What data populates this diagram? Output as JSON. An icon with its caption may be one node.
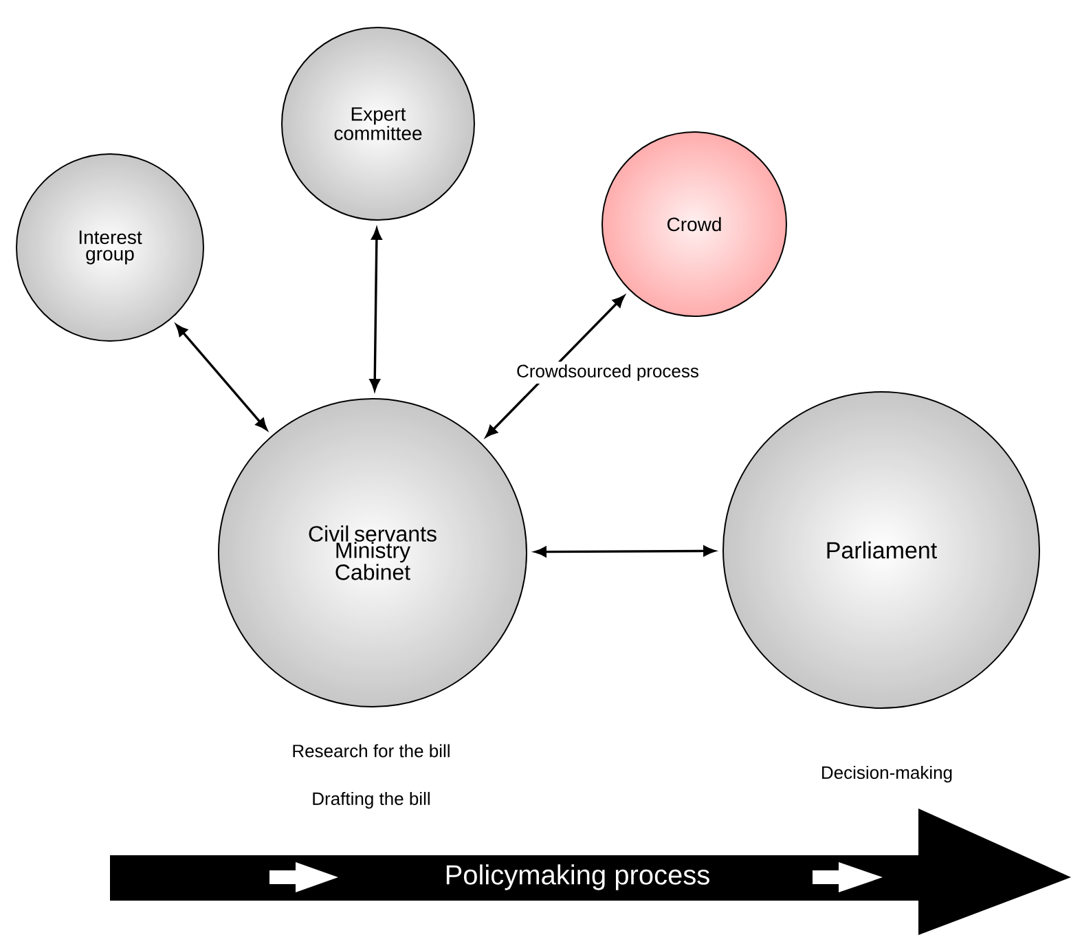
{
  "diagram": {
    "nodes": [
      {
        "text": [
          "Expert committee"
        ]
      },
      {
        "text": [
          "Interest group"
        ]
      },
      {
        "text": [
          "Crowd"
        ]
      },
      {
        "text": [
          "Civil servants Ministry Cabinet"
        ]
      },
      {
        "text": [
          "Parliament"
        ]
      },
      {
        "text": [
          "Policymaking process"
        ]
      }
    ],
    "edges": [
      {
        "from": 1,
        "to": 3,
        "arrow": "both"
      },
      {
        "from": 0,
        "to": 3,
        "arrow": "both"
      },
      {
        "from": 2,
        "to": 3,
        "arrow": "both",
        "label": "Crowdsourced process"
      },
      {
        "from": 3,
        "to": 4,
        "arrow": "both"
      }
    ],
    "labels": [
      "Research for the bill",
      "Drafting the bill",
      "Decision-making"
    ]
  }
}
